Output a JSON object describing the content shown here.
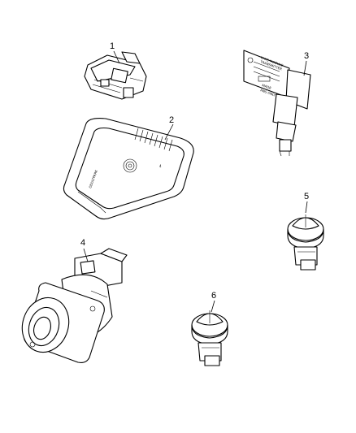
{
  "callouts": [
    {
      "number": "1"
    },
    {
      "number": "2"
    },
    {
      "number": "3"
    },
    {
      "number": "4"
    },
    {
      "number": "5"
    },
    {
      "number": "6"
    }
  ],
  "stamp_text": {
    "module_face": "ODULTPARK",
    "module_side": "4",
    "tag_lines": [
      "TPMS MODULE",
      "TRANSMITTER",
      "MADE",
      "RNS ONLY"
    ]
  }
}
